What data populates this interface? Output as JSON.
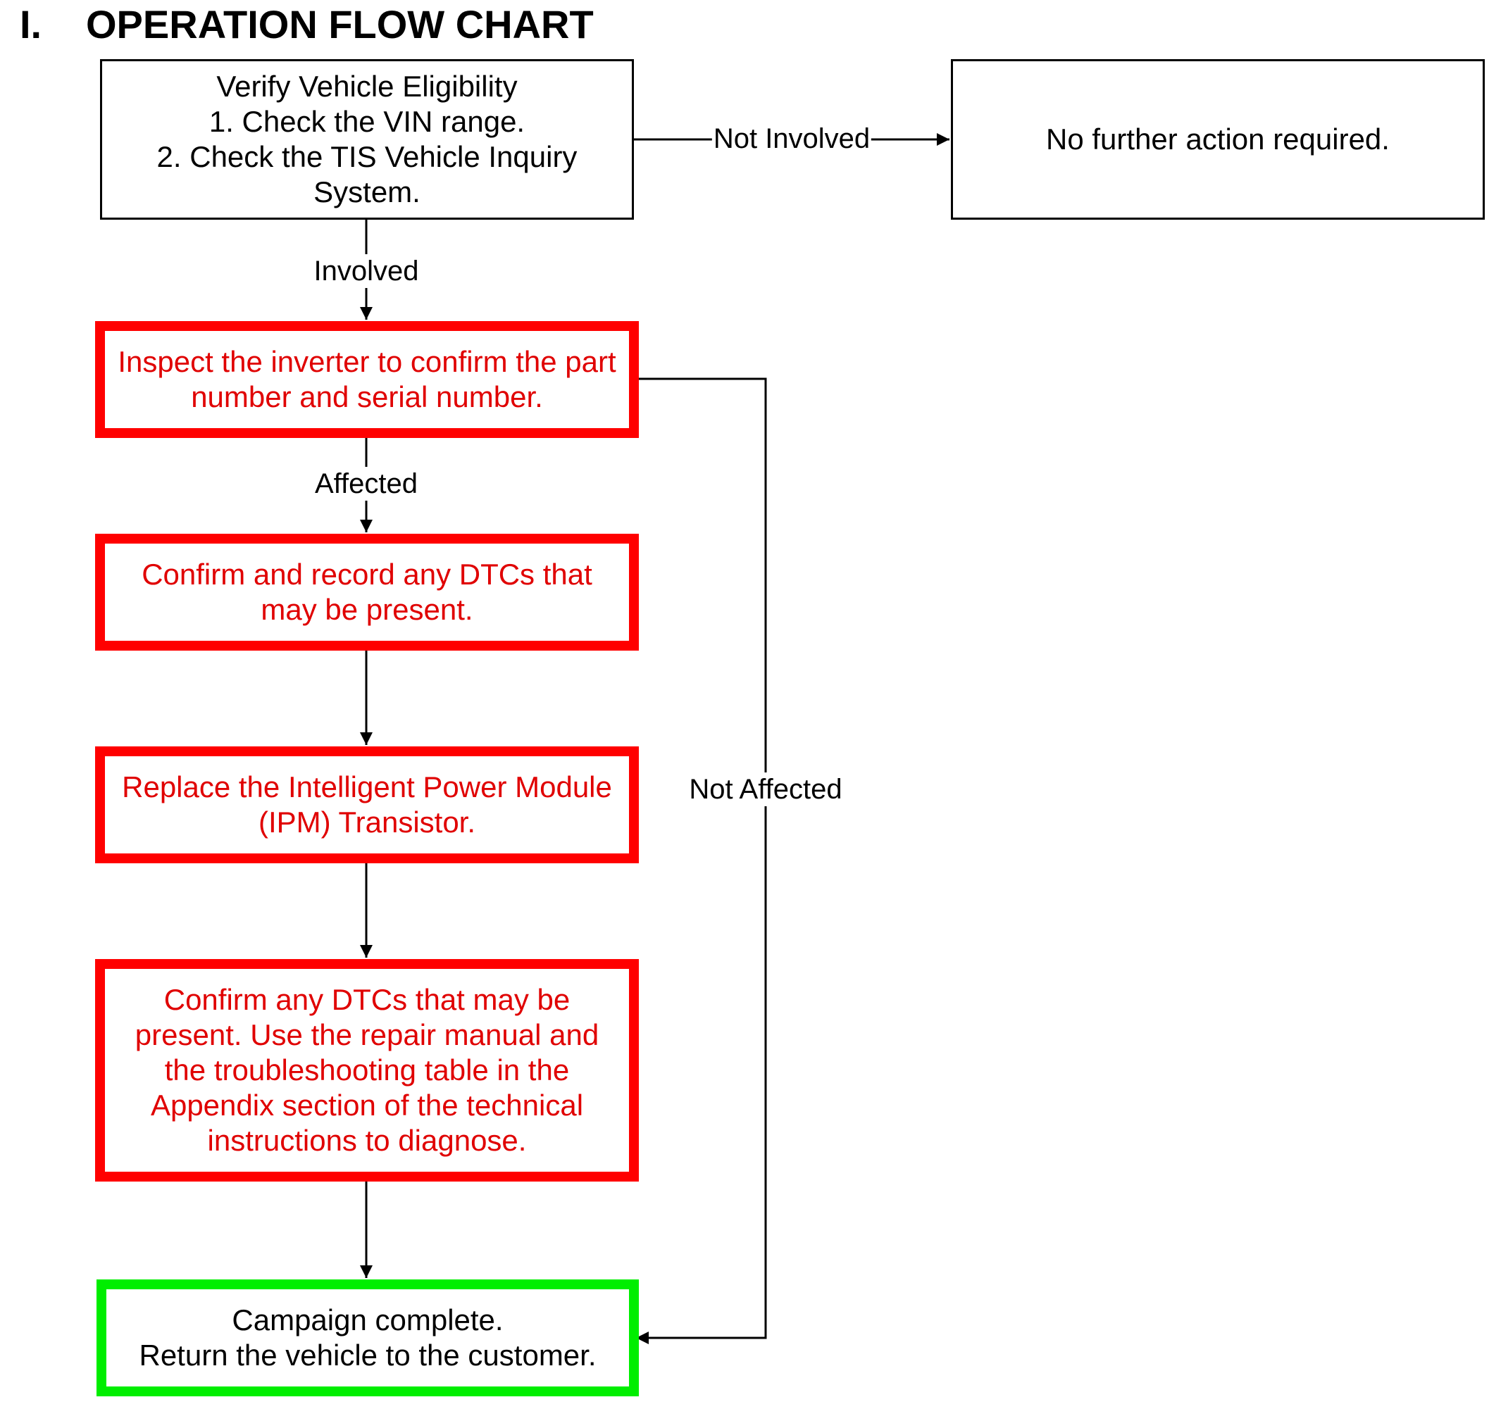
{
  "heading": {
    "number": "I.",
    "title": "OPERATION FLOW CHART"
  },
  "nodes": {
    "verify": "Verify Vehicle Eligibility\n1. Check the VIN range.\n2. Check the TIS Vehicle Inquiry\nSystem.",
    "no_action": "No further action required.",
    "inspect": "Inspect the inverter to confirm the part\nnumber and serial number.",
    "record_dtcs": "Confirm and record any DTCs that\nmay be present.",
    "replace_ipm": "Replace the Intelligent Power Module\n(IPM) Transistor.",
    "confirm_dtcs": "Confirm any DTCs that may be\npresent. Use the repair manual and\nthe troubleshooting table in the\nAppendix section of the technical\ninstructions to diagnose.",
    "complete": "Campaign complete.\nReturn the vehicle to the customer."
  },
  "edges": {
    "not_involved": "Not Involved",
    "involved": "Involved",
    "affected": "Affected",
    "not_affected": "Not Affected"
  },
  "colors": {
    "action_border": "#ff0000",
    "action_text": "#e00000",
    "complete_border": "#00ee00",
    "line": "#000000"
  }
}
